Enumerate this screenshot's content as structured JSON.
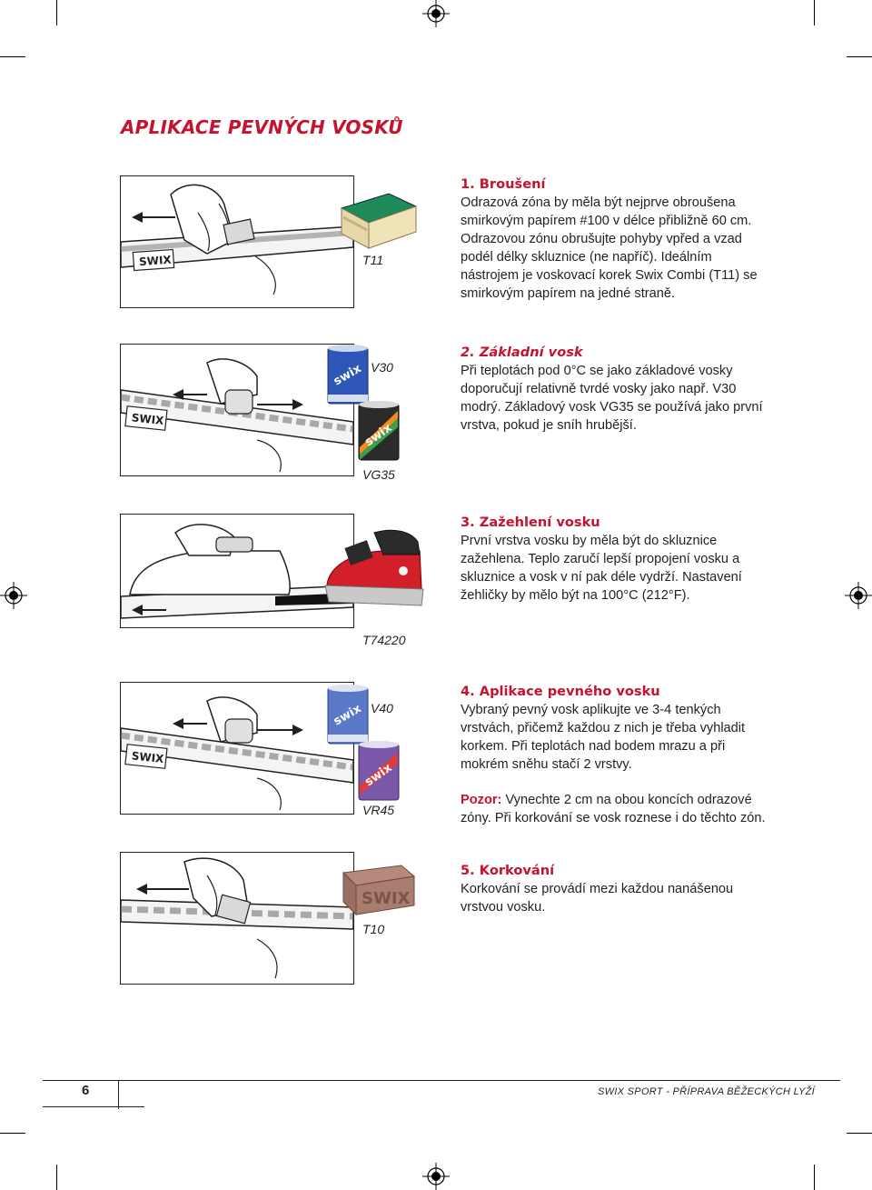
{
  "title": "APLIKACE PEVNÝCH VOSKŮ",
  "steps": [
    {
      "heading": "1. Broušení",
      "text": "Odrazová zóna by měla být nejprve obroušena smirkovým papírem #100 v délce přibližně 60 cm. Odrazovou zónu obrušujte pohyby vpřed a vzad podél délky skluznice (ne napříč). Ideálním nástrojem je voskovací korek Swix Combi (T11) se smirkovým papírem na jedné straně."
    },
    {
      "heading": "2. Základní vosk",
      "text": "Při teplotách pod 0°C se jako základové vosky doporučují relativně tvrdé vosky jako např. V30 modrý. Základový vosk VG35 se používá jako první vrstva, pokud je sníh hrubější."
    },
    {
      "heading": "3. Zažehlení vosku",
      "text": "První vrstva vosku by měla být do skluznice zažehlena. Teplo zaručí lepší propojení vosku a skluznice a vosk v ní pak déle vydrží. Nastavení žehličky by mělo být na 100°C (212°F)."
    },
    {
      "heading": "4. Aplikace pevného vosku",
      "text": "Vybraný pevný vosk aplikujte ve 3-4 tenkých vrstvách, přičemž každou z nich je třeba vyhladit korkem. Při teplotách nad bodem mrazu a při mokrém sněhu stačí 2 vrstvy.",
      "warning_label": "Pozor:",
      "warning_text": "Vynechte 2 cm na obou koncích odrazové zóny. Při korkování se vosk roznese i do těchto zón."
    },
    {
      "heading": "5. Korkování",
      "text": "Korkování se provádí mezi každou nanášenou vrstvou vosku."
    }
  ],
  "product_labels": {
    "t11": "T11",
    "v30": "V30",
    "vg35": "VG35",
    "t74220": "T74220",
    "v40": "V40",
    "vr45": "VR45",
    "t10": "T10"
  },
  "footer": {
    "page_number": "6",
    "text": "SWIX SPORT - PŘÍPRAVA BĚŽECKÝCH LYŽÍ"
  },
  "colors": {
    "accent": "#c4122f",
    "text": "#231f20",
    "cork_green": "#1f8a5a",
    "wax_blue": "#2d56b8",
    "wax_purple": "#7a57a8",
    "iron_red": "#d21f2a"
  }
}
